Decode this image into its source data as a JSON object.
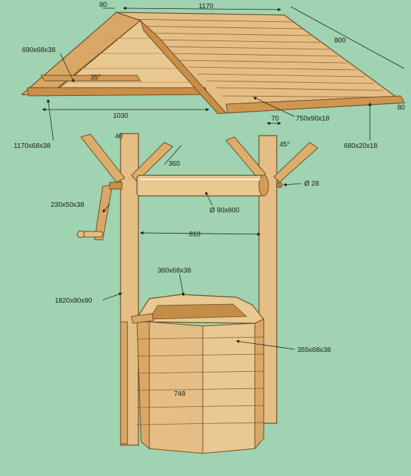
{
  "colors": {
    "background": "#9fd3b1",
    "wood_light": "#e8c48a",
    "wood_mid": "#d9a866",
    "wood_dark": "#b9823e",
    "outline": "#6b4a22",
    "dimension": "#1a1a1a"
  },
  "labels": {
    "roof_overhang": "80",
    "roof_width": "1170",
    "roof_depth": "800",
    "rafter": "690x68x38",
    "roof_angle": "35°",
    "ridge_beam": "1170x68x38",
    "rafter_span": "1030",
    "roof_board": "750x90x18",
    "batten": "680x20x18",
    "roof_edge": "80",
    "post_top": "40",
    "post_width": "70",
    "brace_angle": "45°",
    "brace_spacing": "360",
    "axle_hole": "Ø 28",
    "crank": "230x50x38",
    "drum": "Ø 90x800",
    "post_spacing": "810",
    "rim_board": "360x68x38",
    "post": "1820x90x90",
    "wall_board": "355x68x38",
    "well_height": "748"
  }
}
